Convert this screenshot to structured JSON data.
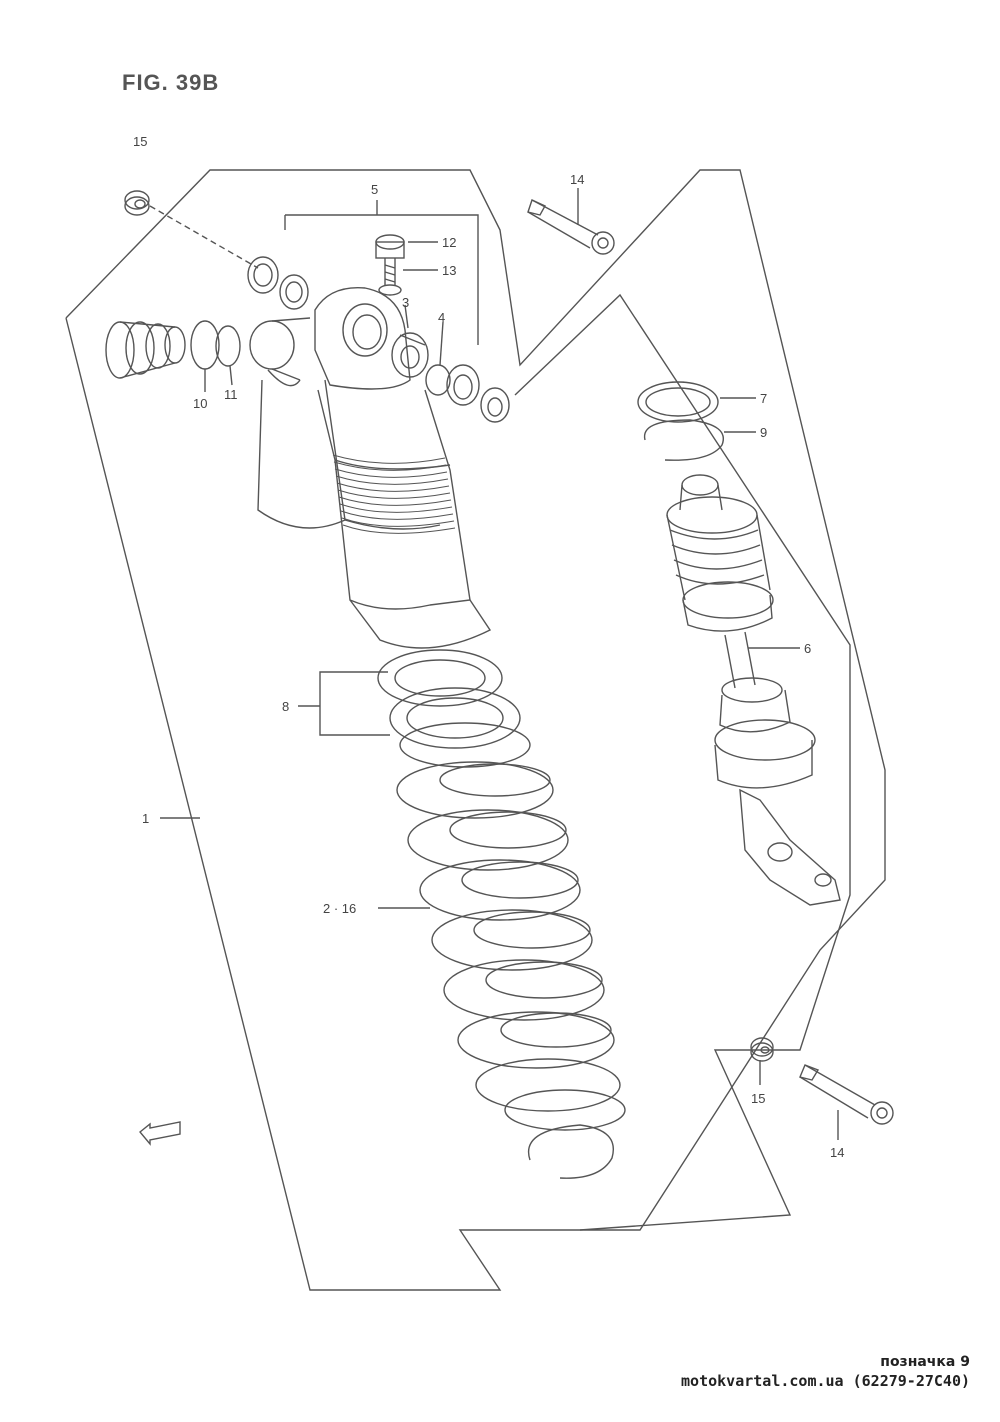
{
  "figure_title": "FIG. 39B",
  "callouts": {
    "c1": "1",
    "c2_16": "2 · 16",
    "c3": "3",
    "c4": "4",
    "c5": "5",
    "c6": "6",
    "c7": "7",
    "c8": "8",
    "c9": "9",
    "c10": "10",
    "c11": "11",
    "c12": "12",
    "c13": "13",
    "c14_top": "14",
    "c14_bottom": "14",
    "c15_top": "15",
    "c15_bottom": "15"
  },
  "footer": {
    "line1": "позначка 9",
    "line2": "motokvartal.com.ua (62279-27C40)"
  },
  "colors": {
    "line": "#555555",
    "text": "#444444",
    "background": "#ffffff"
  }
}
